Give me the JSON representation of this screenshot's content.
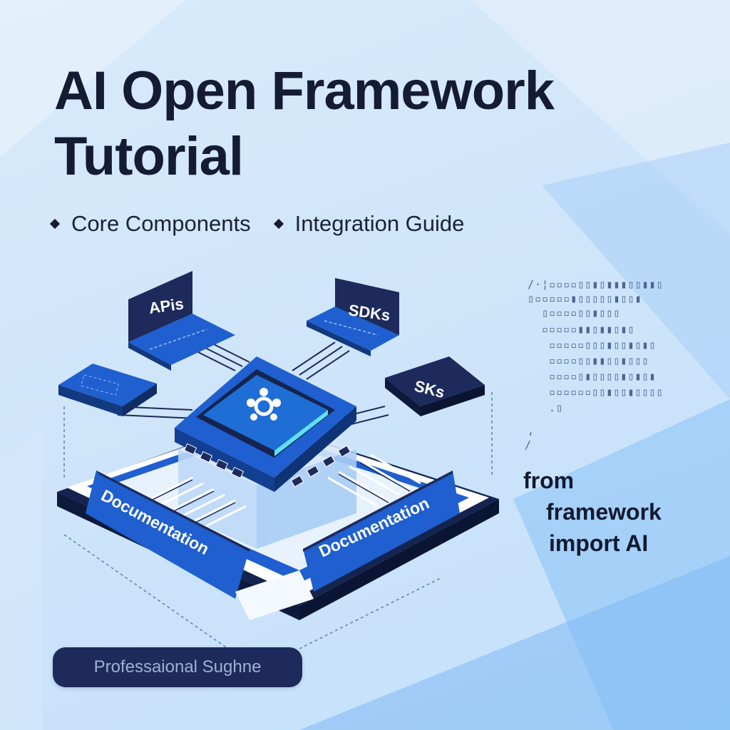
{
  "title": {
    "line1": "AI Open Framework",
    "line2": "Tutorial"
  },
  "bullets": [
    {
      "label": "Core Components"
    },
    {
      "label": "Integration Guide"
    }
  ],
  "diagram": {
    "modules": {
      "apis": "APis",
      "sdks": "SDKs",
      "sks": "SKs"
    },
    "banners": {
      "left": "Documentation",
      "right": "Documentation"
    },
    "center_icon": "gear-network-icon"
  },
  "code": {
    "line1": "from",
    "line2": "framework",
    "line3": "import AI"
  },
  "badge": {
    "label": "Professaional Sughne"
  },
  "colors": {
    "title": "#141b33",
    "accent_blue": "#1f5fcf",
    "dark_navy": "#1d2a5b",
    "background": "#d3e8fb"
  }
}
